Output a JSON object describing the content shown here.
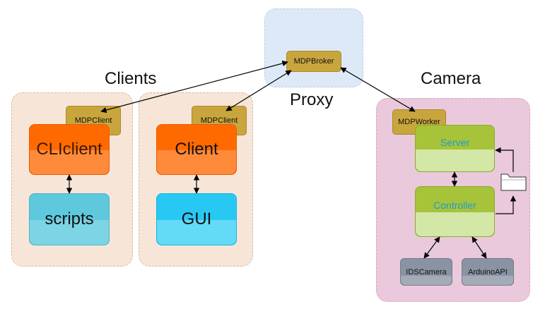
{
  "headers": {
    "clients": "Clients",
    "proxy": "Proxy",
    "camera": "Camera"
  },
  "proxy": {
    "broker": "MDPBroker"
  },
  "client_cli": {
    "mdp": "MDPClient",
    "app": "CLIclient",
    "module": "scripts"
  },
  "client_gui": {
    "mdp": "MDPClient",
    "app": "Client",
    "module": "GUI"
  },
  "camera": {
    "mdp": "MDPWorker",
    "server": "Server",
    "controller": "Controller",
    "ids": "IDSCamera",
    "arduino": "ArduinoAPI",
    "folder_icon": "folder-icon"
  },
  "colors": {
    "mdp": "#c9a63d",
    "app": "#ff6a00",
    "gui": "#27c9f3",
    "scripts": "#5ec8dc",
    "camera_node": "#a6c33a",
    "hardware": "#8a93a3"
  }
}
